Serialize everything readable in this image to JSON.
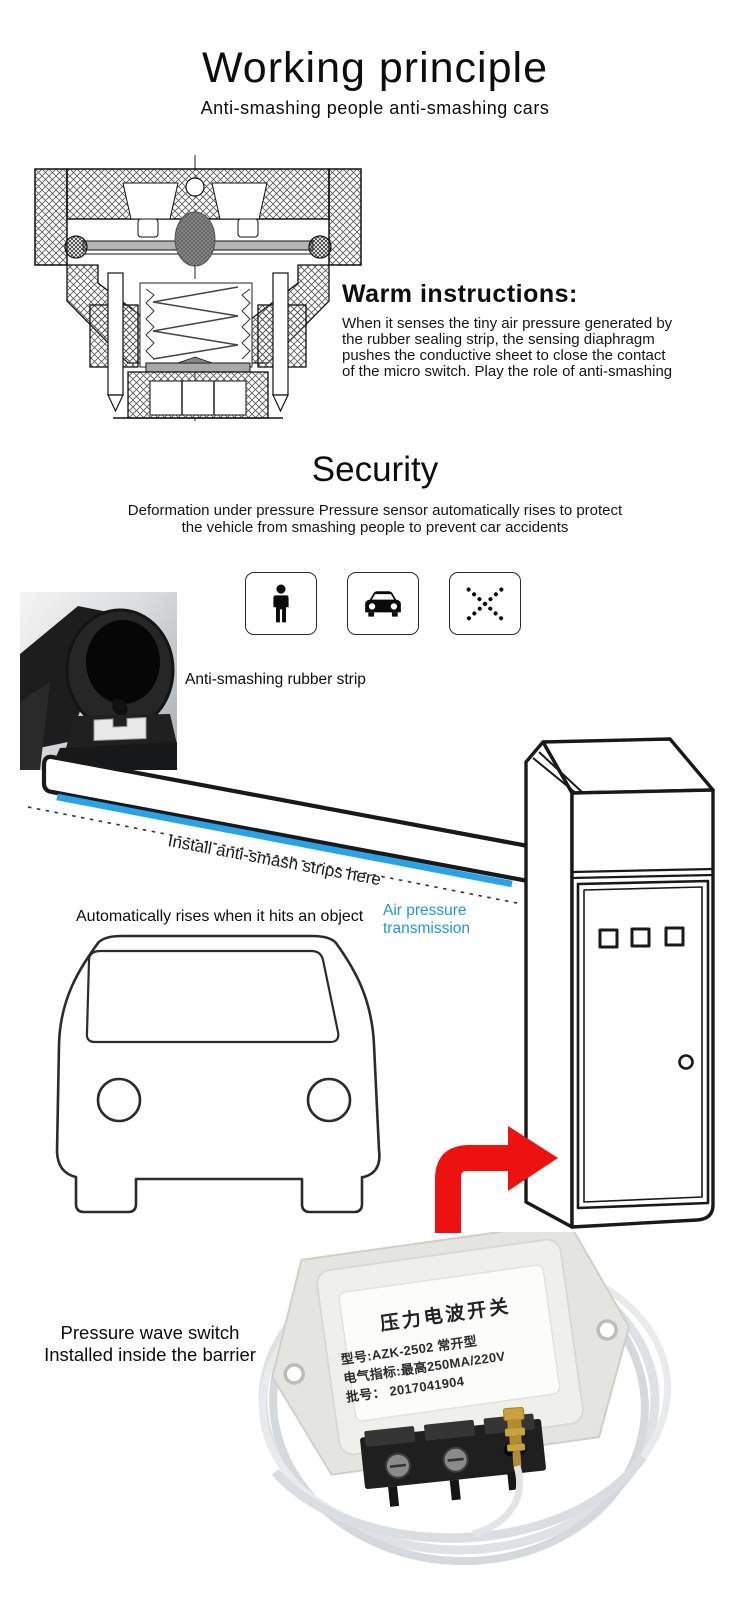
{
  "header": {
    "title": "Working principle",
    "subtitle": "Anti-smashing people anti-smashing cars"
  },
  "warm_instructions": {
    "heading": "Warm instructions:",
    "lines": [
      "When it senses the tiny air pressure generated by",
      "the rubber sealing strip, the sensing diaphragm",
      "pushes the conductive sheet to close the contact",
      "of the micro switch. Play the role of anti-smashing"
    ]
  },
  "security": {
    "heading": "Security",
    "lines": [
      "Deformation under pressure Pressure sensor automatically rises to protect",
      "the vehicle from smashing people to prevent car accidents"
    ]
  },
  "icon_row": {
    "icons": [
      "person",
      "car",
      "no-entry-cross"
    ]
  },
  "rubber_strip": {
    "caption": "Anti-smashing rubber strip"
  },
  "barrier_scene": {
    "install_strips_label": "Install anti-smash strips here",
    "auto_rise_label": "Automatically rises when it hits an object",
    "air_pressure_lines": [
      "Air pressure",
      "transmission"
    ]
  },
  "pressure_switch": {
    "caption_lines": [
      "Pressure wave switch",
      "Installed inside the barrier"
    ],
    "label_title": "压力电波开关",
    "label_lines": [
      "型号:AZK-2502  常开型",
      "电气指标:最高250MA/220V",
      "批号： 2017041904"
    ]
  },
  "colors": {
    "accent_blue": "#2196d6",
    "strip_blue": "#29a3e6",
    "arrow_red": "#ee1111"
  }
}
